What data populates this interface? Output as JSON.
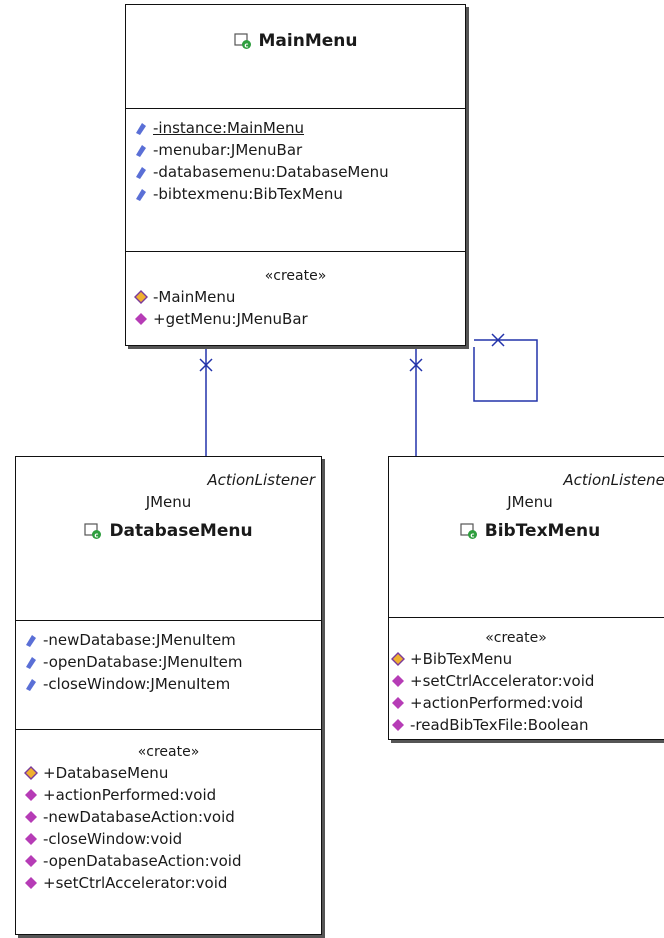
{
  "colors": {
    "line": "#2233aa",
    "attribute_icon": "#5a6fd6",
    "operation_icon": "#b63cb6",
    "constructor_icon": "#f0b030",
    "class_icon": "#2e9e3e"
  },
  "main_menu": {
    "title": "MainMenu",
    "attributes": [
      {
        "visibility": "-",
        "text": "-instance:MainMenu",
        "static": true,
        "icon": "attribute-icon"
      },
      {
        "visibility": "-",
        "text": "-menubar:JMenuBar",
        "static": false,
        "icon": "attribute-icon"
      },
      {
        "visibility": "-",
        "text": "-databasemenu:DatabaseMenu",
        "static": false,
        "icon": "attribute-icon"
      },
      {
        "visibility": "-",
        "text": "-bibtexmenu:BibTexMenu",
        "static": false,
        "icon": "attribute-icon"
      }
    ],
    "create_label": "«create»",
    "operations": [
      {
        "text": "-MainMenu",
        "icon": "constructor-icon"
      },
      {
        "text": "+getMenu:JMenuBar",
        "icon": "operation-icon"
      }
    ]
  },
  "database_menu": {
    "stereotype_interface": "ActionListener",
    "stereotype_super": "JMenu",
    "title": "DatabaseMenu",
    "attributes": [
      {
        "text": "-newDatabase:JMenuItem",
        "icon": "attribute-icon"
      },
      {
        "text": "-openDatabase:JMenuItem",
        "icon": "attribute-icon"
      },
      {
        "text": "-closeWindow:JMenuItem",
        "icon": "attribute-icon"
      }
    ],
    "create_label": "«create»",
    "operations": [
      {
        "text": "+DatabaseMenu",
        "icon": "constructor-icon"
      },
      {
        "text": "+actionPerformed:void",
        "icon": "operation-icon"
      },
      {
        "text": "-newDatabaseAction:void",
        "icon": "operation-icon"
      },
      {
        "text": "-closeWindow:void",
        "icon": "operation-icon"
      },
      {
        "text": "-openDatabaseAction:void",
        "icon": "operation-icon"
      },
      {
        "text": "+setCtrlAccelerator:void",
        "icon": "operation-icon"
      }
    ]
  },
  "bibtex_menu": {
    "stereotype_interface": "ActionListener",
    "stereotype_super": "JMenu",
    "title": "BibTexMenu",
    "create_label": "«create»",
    "operations": [
      {
        "text": "+BibTexMenu",
        "icon": "constructor-icon"
      },
      {
        "text": "+setCtrlAccelerator:void",
        "icon": "operation-icon"
      },
      {
        "text": "+actionPerformed:void",
        "icon": "operation-icon"
      },
      {
        "text": "-readBibTexFile:Boolean",
        "icon": "operation-icon"
      }
    ]
  }
}
